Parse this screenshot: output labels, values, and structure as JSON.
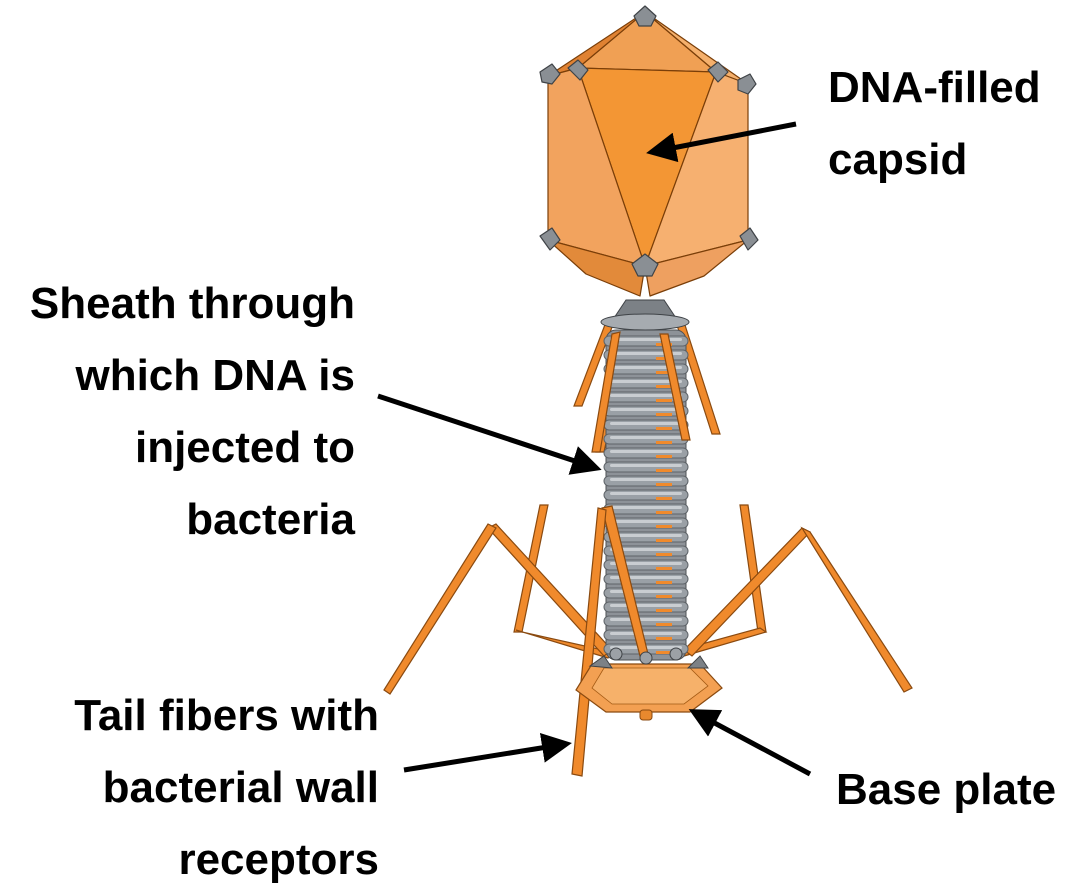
{
  "labels": {
    "capsid": [
      "DNA-filled",
      "capsid"
    ],
    "sheath": [
      "Sheath through",
      "which DNA is",
      "injected to",
      "bacteria"
    ],
    "tail_fibers": [
      "Tail fibers with",
      "bacterial wall",
      "receptors"
    ],
    "base_plate": [
      "Base plate"
    ]
  },
  "colors": {
    "capsid_light": "#f4a65c",
    "capsid_mid": "#f2933a",
    "capsid_dark": "#e48a34",
    "fiber": "#f08a2c",
    "fiber_edge": "#8a4a10",
    "sheath_gray": "#9aa0a6",
    "sheath_dark": "#5e6368",
    "sheath_light": "#c9cdd1",
    "arrow": "#000000",
    "text": "#000000"
  }
}
